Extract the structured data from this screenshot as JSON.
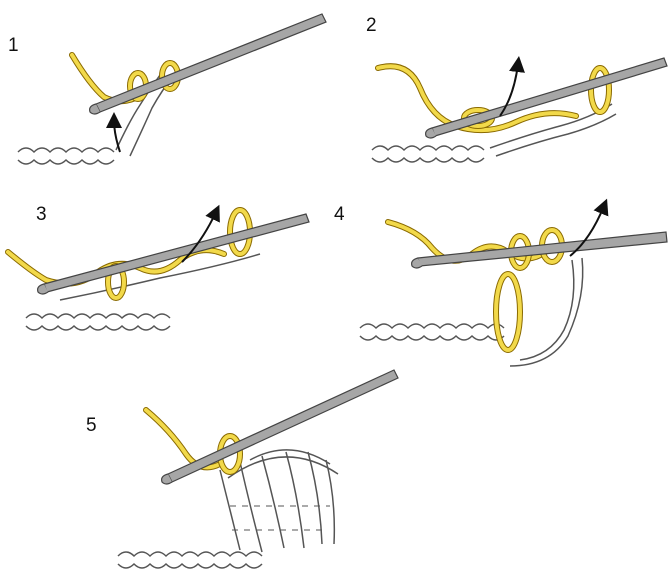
{
  "steps": [
    {
      "number": "1"
    },
    {
      "number": "2"
    },
    {
      "number": "3"
    },
    {
      "number": "4"
    },
    {
      "number": "5"
    }
  ],
  "colors": {
    "yarn_fill": "#f2d94a",
    "yarn_outline": "#8a6a00",
    "hook_fill": "#a6a6a6",
    "hook_outline": "#444444",
    "chain_outline": "#555555",
    "chain_fill": "#ffffff",
    "arrow": "#111111"
  }
}
